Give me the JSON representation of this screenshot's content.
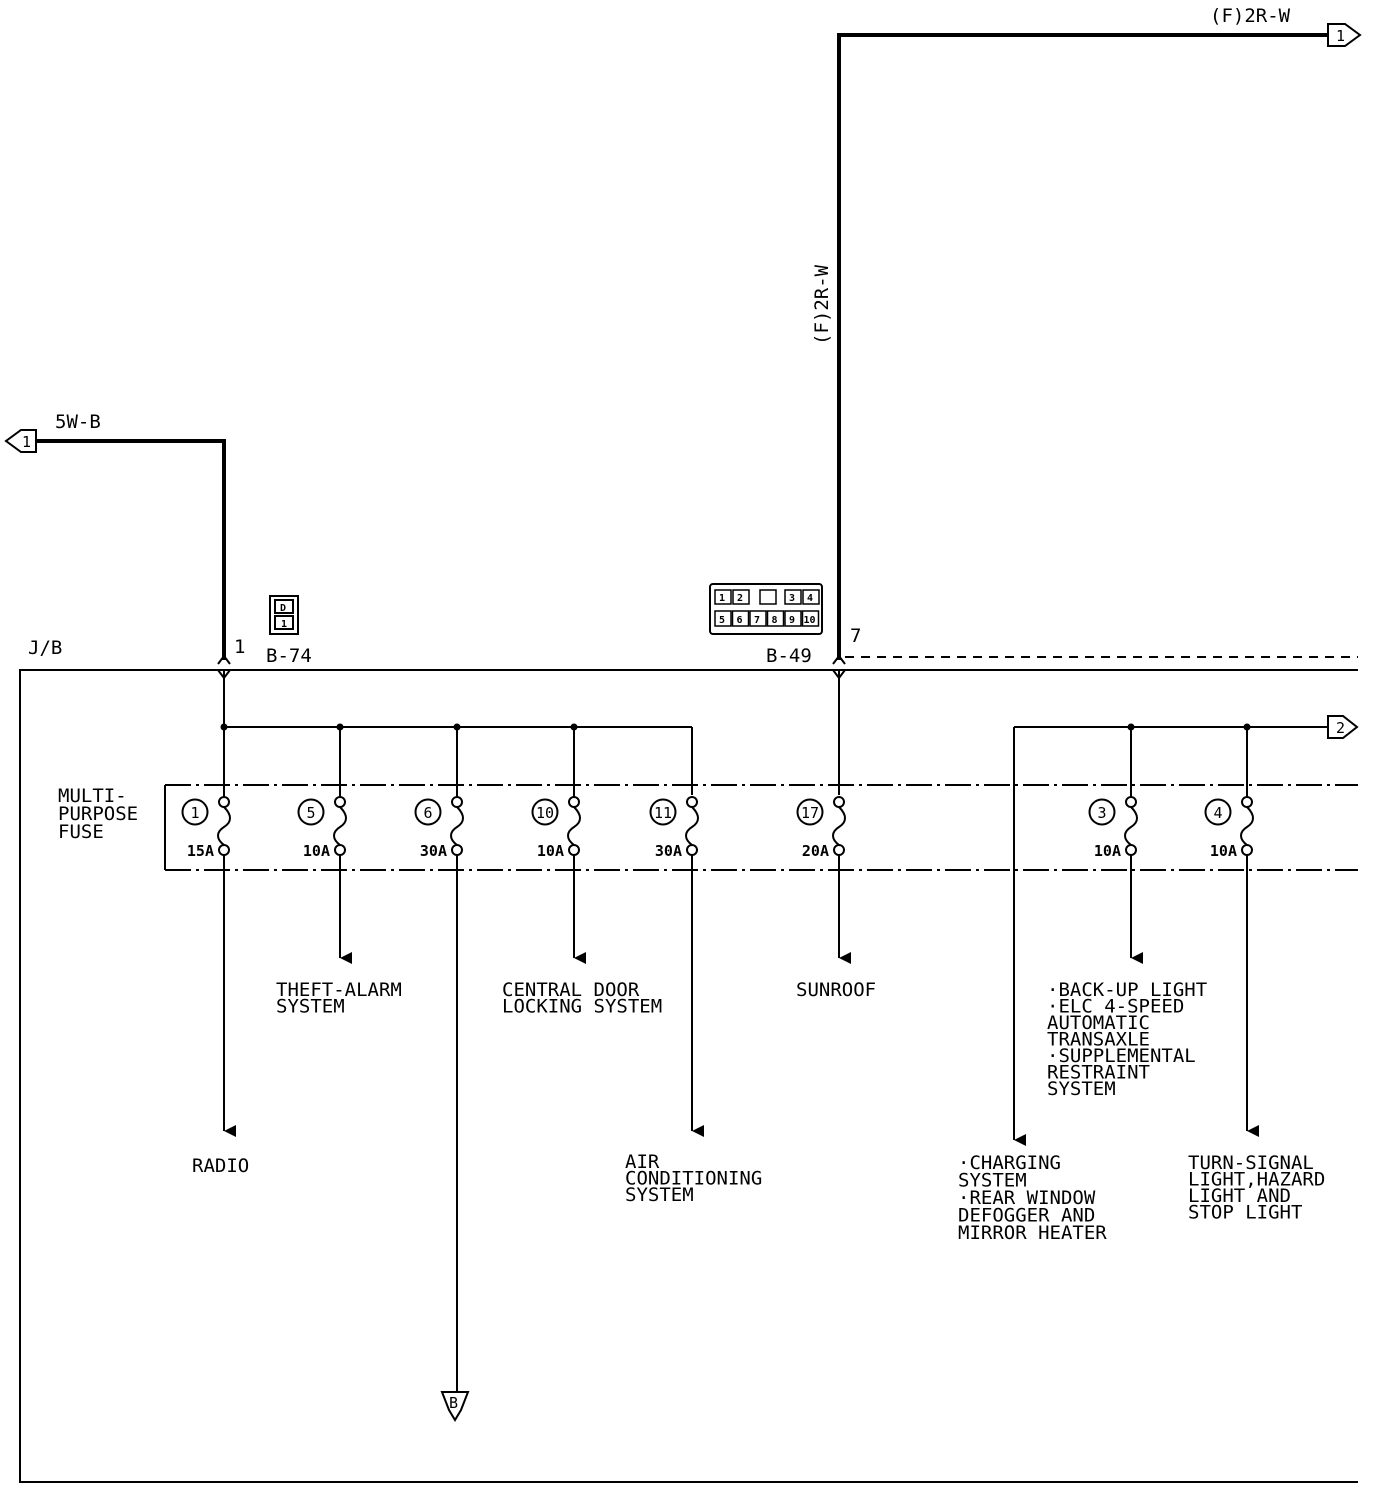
{
  "wires": {
    "top_right": "(F)2R-W",
    "vertical": "(F)2R-W",
    "left": "5W-B"
  },
  "connectors": {
    "b74": {
      "name": "B-74",
      "pin": "1",
      "cells": [
        "D",
        "1"
      ]
    },
    "b49": {
      "name": "B-49",
      "pin": "7",
      "top_cells": [
        "1",
        "2",
        "",
        "3",
        "4"
      ],
      "bottom_cells": [
        "5",
        "6",
        "7",
        "8",
        "9",
        "10"
      ]
    }
  },
  "jb_label": "J/B",
  "fuse_block": {
    "label_lines": [
      "MULTI-",
      "PURPOSE",
      "FUSE"
    ]
  },
  "fuses": [
    {
      "num": "1",
      "amp": "15A"
    },
    {
      "num": "5",
      "amp": "10A"
    },
    {
      "num": "6",
      "amp": "30A"
    },
    {
      "num": "10",
      "amp": "10A"
    },
    {
      "num": "11",
      "amp": "30A"
    },
    {
      "num": "17",
      "amp": "20A"
    },
    {
      "num": "3",
      "amp": "10A"
    },
    {
      "num": "4",
      "amp": "10A"
    }
  ],
  "flags": {
    "out_top_right": "1",
    "out_left": "1",
    "out_right": "2",
    "bottom": "B"
  },
  "destinations": {
    "radio": [
      "RADIO"
    ],
    "theft": [
      "THEFT-ALARM",
      "SYSTEM"
    ],
    "central": [
      "CENTRAL DOOR",
      "LOCKING SYSTEM"
    ],
    "air": [
      "AIR",
      "CONDITIONING",
      "SYSTEM"
    ],
    "sunroof": [
      "SUNROOF"
    ],
    "fuse3": [
      "·BACK-UP LIGHT",
      "·ELC 4-SPEED",
      " AUTOMATIC",
      " TRANSAXLE",
      "·SUPPLEMENTAL",
      " RESTRAINT",
      " SYSTEM"
    ],
    "charging": [
      "·CHARGING",
      " SYSTEM",
      "·REAR WINDOW",
      " DEFOGGER AND",
      " MIRROR HEATER"
    ],
    "turn": [
      "TURN-SIGNAL",
      "LIGHT,HAZARD",
      "LIGHT AND",
      "STOP LIGHT"
    ]
  }
}
